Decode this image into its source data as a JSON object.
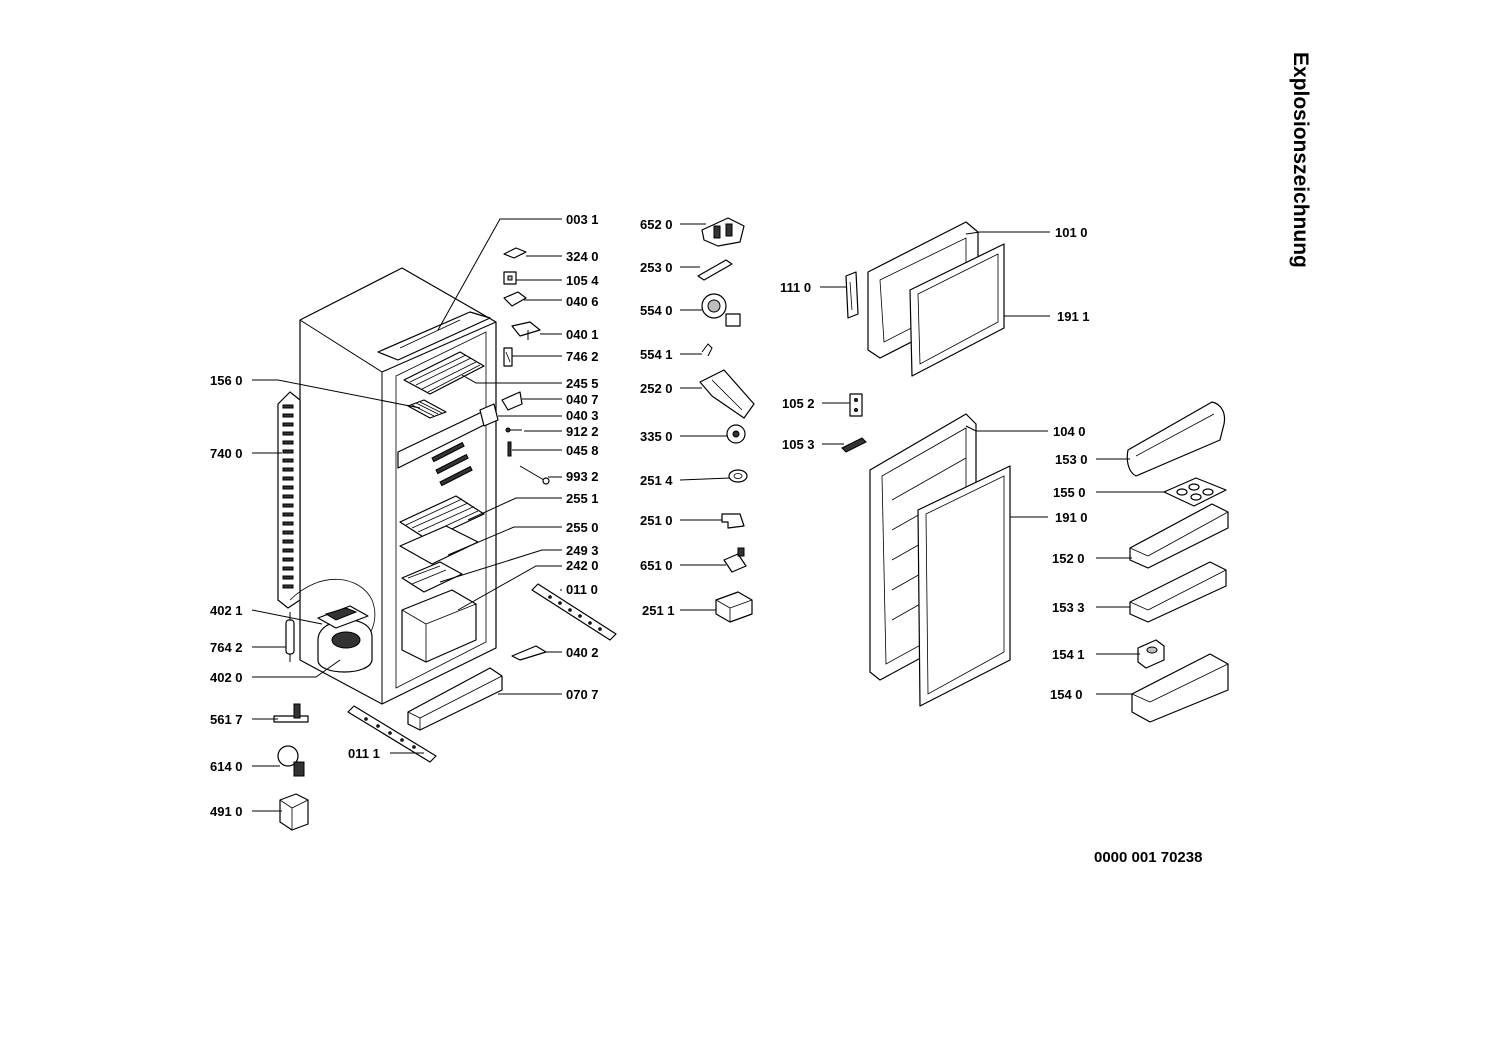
{
  "title": "Explosionszeichnung",
  "drawing_number": "0000  001 70238",
  "labels": {
    "l0031": "003 1",
    "l3240": "324 0",
    "l1054": "105 4",
    "l0406": "040 6",
    "l0401": "040 1",
    "l7462": "746 2",
    "l2455": "245 5",
    "l0407": "040 7",
    "l0403": "040 3",
    "l9122": "912 2",
    "l0458": "045 8",
    "l9932": "993 2",
    "l2551": "255 1",
    "l2550": "255 0",
    "l2493": "249 3",
    "l2420": "242 0",
    "l0110": "011 0",
    "l0402": "040 2",
    "l0707": "070 7",
    "l0111": "011 1",
    "l1560": "156 0",
    "l7400": "740 0",
    "l4021": "402 1",
    "l7642": "764 2",
    "l4020": "402 0",
    "l5617": "561 7",
    "l6140": "614 0",
    "l4910": "491 0",
    "l6520": "652 0",
    "l2530": "253 0",
    "l5540": "554 0",
    "l5541": "554 1",
    "l2520": "252 0",
    "l3350": "335 0",
    "l2514": "251 4",
    "l2510": "251 0",
    "l6510": "651 0",
    "l2511": "251 1",
    "l1110": "111 0",
    "l1010": "101 0",
    "l1911": "191 1",
    "l1052": "105 2",
    "l1053": "105 3",
    "l1040": "104 0",
    "l1530": "153 0",
    "l1550": "155 0",
    "l1910": "191 0",
    "l1520": "152 0",
    "l1533": "153 3",
    "l1541": "154 1",
    "l1540": "154 0"
  }
}
